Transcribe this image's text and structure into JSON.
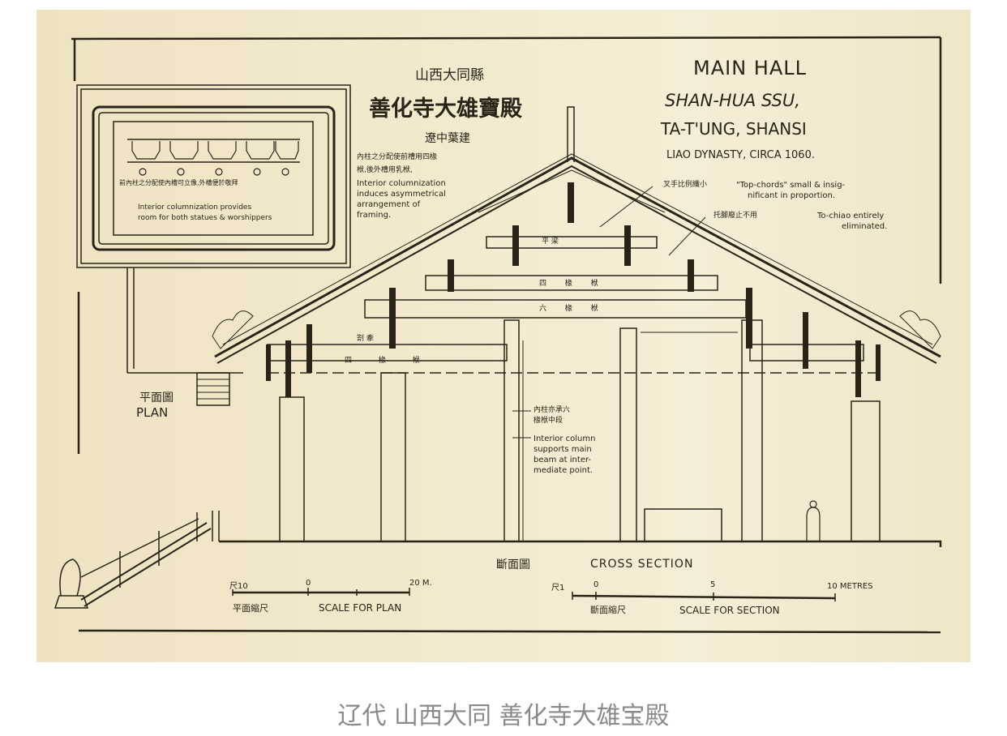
{
  "drawing": {
    "chinese_location": "山西大同縣",
    "chinese_title": "善化寺大雄寶殿",
    "chinese_period": "遼中葉建",
    "title": "MAIN HALL",
    "subtitle_1": "SHAN-HUA SSU,",
    "subtitle_2": "TA-T'UNG, SHANSI",
    "date": "LIAO DYNASTY, CIRCA 1060.",
    "note_left_cn_1": "內柱之分配使前槽用四椽",
    "note_left_cn_2": "栿,後外槽用乳栿,",
    "note_left_en": [
      "Interior columnization",
      "induces asymmetrical",
      "arrangement of",
      "framing."
    ],
    "note_topchords_cn": "叉手比例纖小",
    "note_topchords_en": [
      "\"Top-chords\" small & insig-",
      "nificant in proportion."
    ],
    "note_tochiao_cn": "托腳廢止不用",
    "note_tochiao_en": [
      "To-chiao entirely",
      "eliminated."
    ],
    "note_column_cn": [
      "內柱亦承六",
      "椽栿中段"
    ],
    "note_column_en": [
      "Interior column",
      "supports main",
      "beam at inter-",
      "mediate point."
    ],
    "plan_note_cn": "前內柱之分配使內槽可立像,外槽便於敬拜",
    "plan_note_en": [
      "Interior columnization provides",
      "room for both statues & worshippers"
    ],
    "plan_label_cn": "平面圖",
    "plan_label_en": "PLAN",
    "section_label_cn": "斷面圖",
    "section_label_en": "CROSS SECTION",
    "beam_labels": [
      "平 梁",
      "四 椽 栿",
      "六 椽 栿",
      "劄 牽",
      "四 椽 栿"
    ],
    "scale_plan": {
      "left": "尺10",
      "zero": "0",
      "right": "20 M.",
      "label_cn": "平面縮尺",
      "label_en": "SCALE FOR PLAN"
    },
    "scale_section": {
      "left": "尺1",
      "zero": "0",
      "mid": "5",
      "right": "10 METRES",
      "label_cn": "斷面縮尺",
      "label_en": "SCALE FOR SECTION"
    },
    "ink_color": "#2a2418",
    "paper_color": "#f1e8ca"
  },
  "caption": "辽代 山西大同 善化寺大雄宝殿"
}
